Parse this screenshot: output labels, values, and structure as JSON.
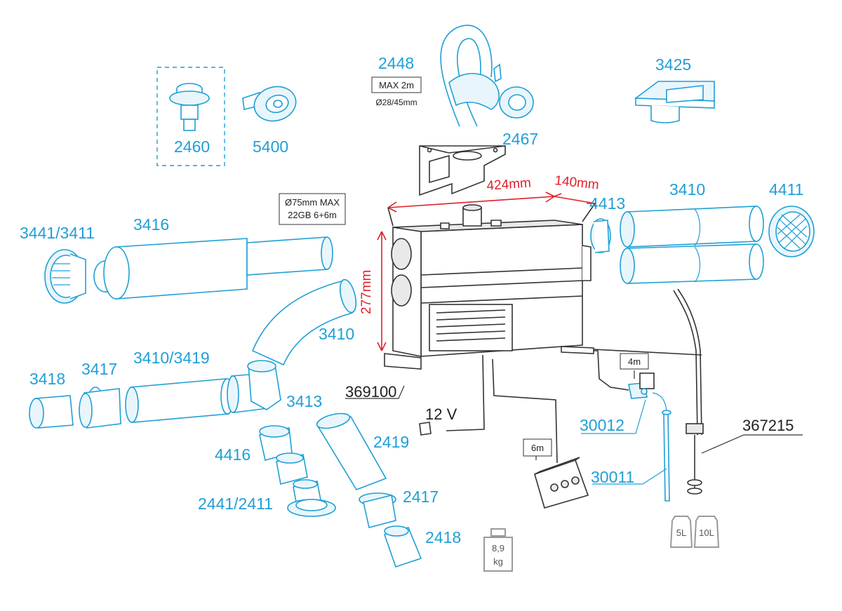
{
  "part_labels": {
    "p2460": "2460",
    "p5400": "5400",
    "p2448": "2448",
    "p2467": "2467",
    "p3425": "3425",
    "p3441_3411": "3441/3411",
    "p3416": "3416",
    "p3410_upper": "3410",
    "p3410_mid": "3410",
    "p4413": "4413",
    "p4411": "4411",
    "p3418": "3418",
    "p3417": "3417",
    "p3410_3419": "3410/3419",
    "p3413": "3413",
    "p4416": "4416",
    "p2441_2411": "2441/2411",
    "p2419": "2419",
    "p2417": "2417",
    "p2418": "2418",
    "p30012": "30012",
    "p30011": "30011"
  },
  "dark_labels": {
    "p369100": "369100",
    "p367215": "367215",
    "voltage": "12 V"
  },
  "info_boxes": {
    "hose_max": "MAX 2m",
    "hose_diameter": "Ø28/45mm",
    "exhaust_line1": "Ø75mm MAX",
    "exhaust_line2": "22GB 6+6m",
    "fuel_line_length": "4m",
    "cable_length": "6m"
  },
  "dimensions": {
    "width": "424mm",
    "depth": "140mm",
    "height": "277mm"
  },
  "weight": {
    "value": "8,9",
    "unit": "kg"
  },
  "tanks": {
    "small": "5L",
    "large": "10L"
  },
  "colors": {
    "accent_blue": "#1f9fd6",
    "dimension_red": "#e0202a",
    "line_dark": "#333333"
  }
}
